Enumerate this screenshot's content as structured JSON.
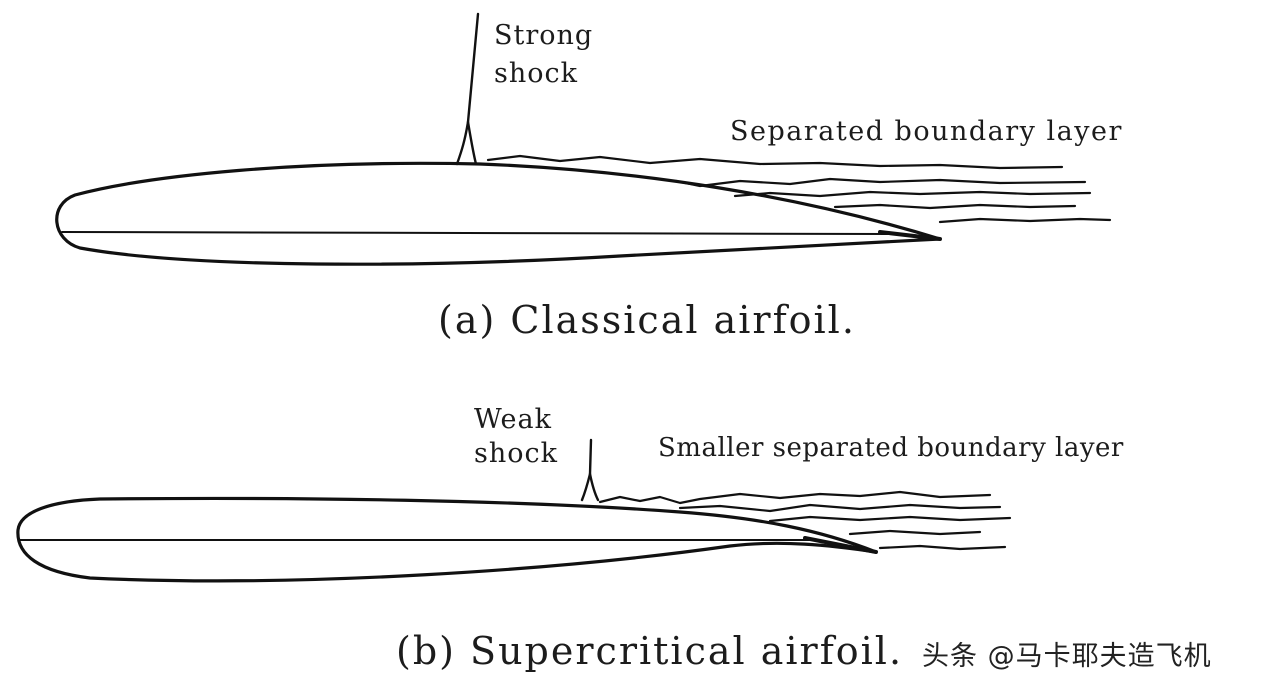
{
  "panel_a": {
    "shock_label_line1": "Strong",
    "shock_label_line2": "shock",
    "boundary_label": "Separated boundary layer",
    "caption": "(a) Classical airfoil."
  },
  "panel_b": {
    "shock_label_line1": "Weak",
    "shock_label_line2": "shock",
    "boundary_label": "Smaller separated boundary layer",
    "caption": "(b) Supercritical airfoil."
  },
  "watermark": "头条 @马卡耶夫造飞机"
}
